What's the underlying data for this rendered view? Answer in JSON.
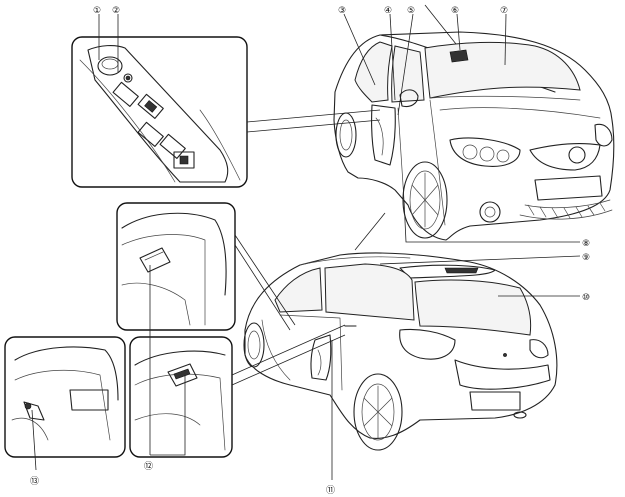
{
  "callouts": [
    {
      "id": "1",
      "label": "①"
    },
    {
      "id": "2",
      "label": "②"
    },
    {
      "id": "3",
      "label": "③"
    },
    {
      "id": "4",
      "label": "④"
    },
    {
      "id": "5",
      "label": "⑤"
    },
    {
      "id": "6",
      "label": "⑥"
    },
    {
      "id": "7",
      "label": "⑦"
    },
    {
      "id": "8",
      "label": "⑧"
    },
    {
      "id": "9",
      "label": "⑨"
    },
    {
      "id": "10",
      "label": "⑩"
    },
    {
      "id": "11",
      "label": "⑪"
    },
    {
      "id": "12",
      "label": "⑫"
    },
    {
      "id": "13",
      "label": "⑬"
    }
  ],
  "icons": {
    "front_car": "car-front-three-quarter-icon",
    "rear_car": "car-rear-three-quarter-icon",
    "switch_panel": "window-switch-panel-icon",
    "single_switch": "window-switch-icon",
    "lock_knob": "door-lock-knob-icon"
  }
}
